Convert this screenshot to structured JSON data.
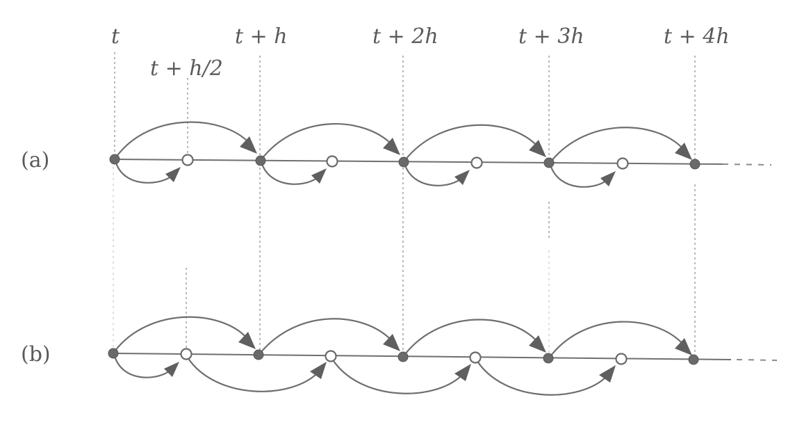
{
  "time_labels": {
    "t": "t",
    "t_half": "t + h/2",
    "t_h": "t + h",
    "t_2h": "t + 2h",
    "t_3h": "t + 3h",
    "t_4h": "t + 4h"
  },
  "rows": [
    {
      "id": "a",
      "label": "(a)"
    },
    {
      "id": "b",
      "label": "(b)"
    }
  ],
  "colors": {
    "ink": "#6e6e6e",
    "filled_node": "#6a6a6a",
    "open_node": "#ffffff"
  }
}
